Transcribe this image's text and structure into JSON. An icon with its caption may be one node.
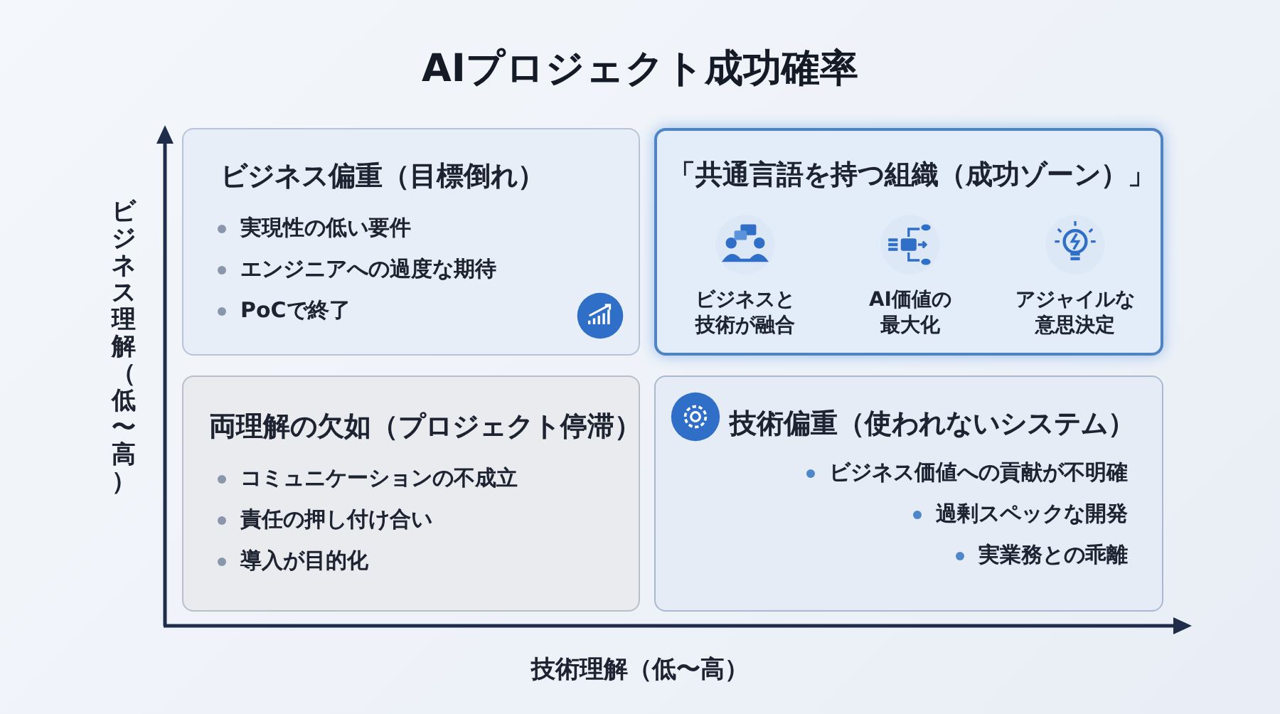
{
  "diagram": {
    "title": "AIプロジェクト成功確率",
    "nodes": [
      {
        "text": [
          "ビジネス偏重（目標倒れ）",
          "実現性の低い要件",
          "エンジニアへの過度な期待",
          "PoCで終了"
        ]
      },
      {
        "text": [
          "「共通言語を持つ組織（成功ゾーン）」",
          "ビジネスと技術が融合",
          "AI価値の最大化",
          "アジャイルな意思決定"
        ]
      },
      {
        "text": [
          "両理解の欠如（プロジェクト停滞）",
          "コミュニケーションの不成立",
          "責任の押し付け合い",
          "導入が目的化"
        ]
      },
      {
        "text": [
          "技術偏重（使われないシステム）",
          "ビジネス価値への貢献が不明確",
          "過剰スペックな開発",
          "実業務との乖離"
        ]
      }
    ],
    "labels": [
      "ビジネス理解（低〜高）",
      "技術理解（低〜高）"
    ]
  }
}
